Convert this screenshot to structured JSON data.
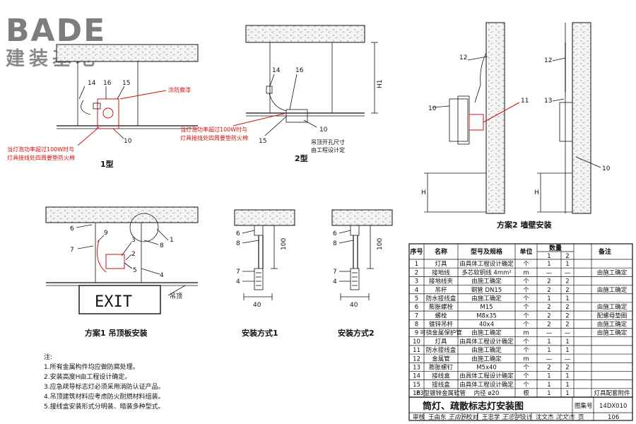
{
  "logo": {
    "brand": "BADE",
    "subtitle": "建装基地"
  },
  "type1": {
    "caption": "1型",
    "labels": [
      "14",
      "16",
      "15",
      "10"
    ],
    "red_note_fire_coating": "涂防腐漆",
    "red_note_lines": [
      "当灯泡功率超过100W时与",
      "灯具接线处四周要垫防火棉"
    ]
  },
  "type2": {
    "caption": "2型",
    "labels": [
      "14",
      "16",
      "10",
      "15"
    ],
    "red_note_lines": [
      "当灯泡功率超过100W时与",
      "灯具接线处四周要垫防火棉"
    ],
    "black_note_lines": [
      "吊顶开孔尺寸",
      "由工程设计定"
    ],
    "dim_h1": "H1"
  },
  "scheme2": {
    "caption": "方案2 墙壁安装",
    "labels_left": [
      "12",
      "10",
      "11"
    ],
    "labels_right": [
      "12",
      "13",
      "10"
    ],
    "dim_h": "H"
  },
  "scheme1": {
    "caption": "方案1 吊顶板安装",
    "labels": [
      "6",
      "9",
      "7",
      "3",
      "2",
      "5",
      "8",
      "1",
      "4"
    ],
    "ceiling_label": "吊顶",
    "exit_text": "EXIT"
  },
  "mount1": {
    "caption": "安装方式1",
    "labels": [
      "6",
      "8",
      "7",
      "4"
    ],
    "dim_v": "100",
    "dim_h": "40"
  },
  "mount2": {
    "caption": "安装方式2",
    "labels": [
      "6",
      "8",
      "7",
      "4"
    ],
    "dim_v": "100",
    "dim_h": "40"
  },
  "notes": {
    "title": "注:",
    "items": [
      "1.所有金属构件均应做防腐处理。",
      "2.安装高度H由工程设计确定。",
      "3.应急疏导标志灯必须采用消防认证产品。",
      "4.吊顶建筑材料应考虑防火耐燃材料组装。",
      "5.接线盒安装形式分明装、暗装多种型式。"
    ]
  },
  "table": {
    "headers": [
      "序号",
      "名称",
      "型号及规格",
      "单位",
      "数量",
      "备注"
    ],
    "qty_sub": [
      "1",
      "2"
    ],
    "rows": [
      [
        "1",
        "灯具",
        "由具体工程设计确定",
        "个",
        "1",
        "1",
        ""
      ],
      [
        "2",
        "接地线",
        "多芯软铜线 4mm²",
        "m",
        "—",
        "—",
        "由施工确定"
      ],
      [
        "3",
        "接地线夹",
        "由施工确定",
        "个",
        "2",
        "2",
        ""
      ],
      [
        "4",
        "吊杆",
        "钢管 DN15",
        "个",
        "2",
        "2",
        "由施工确定"
      ],
      [
        "5",
        "防水接线盒",
        "由施工确定",
        "个",
        "1",
        "1",
        ""
      ],
      [
        "6",
        "膨胀螺栓",
        "M15",
        "个",
        "2",
        "2",
        "由施工确定"
      ],
      [
        "7",
        "螺栓",
        "M8x35",
        "个",
        "2",
        "2",
        "配螺母垫圈"
      ],
      [
        "8",
        "镀锌吊杆",
        "40x4",
        "个",
        "2",
        "2",
        "由施工确定"
      ],
      [
        "9",
        "可挠金属保护管",
        "由施工确定",
        "m",
        "—",
        "—",
        "由施工确定"
      ],
      [
        "10",
        "灯具",
        "由具体工程设计确定",
        "个",
        "1",
        "1",
        ""
      ],
      [
        "11",
        "防水接线盒",
        "由施工确定",
        "个",
        "1",
        "1",
        ""
      ],
      [
        "12",
        "金属管",
        "由施工确定",
        "m",
        "—",
        "—",
        ""
      ],
      [
        "13",
        "膨胀螺钉",
        "M5x40",
        "个",
        "2",
        "2",
        ""
      ],
      [
        "14",
        "接线盒",
        "由具体工程设计确定",
        "个",
        "1",
        "1",
        ""
      ],
      [
        "15",
        "接线盒",
        "由具体工程设计确定",
        "个",
        "1",
        "1",
        ""
      ],
      [
        "16",
        "P3型镀锌金属软管",
        "内径 ø20",
        "根",
        "1",
        "1",
        "灯具配套附件"
      ]
    ]
  },
  "title_block": {
    "title": "筒灯、疏散标志灯安装图",
    "atlas_label": "图集号",
    "atlas_no": "14DX010",
    "page_label": "页",
    "page_no": "106",
    "sign_fields": [
      "审核",
      "王由东",
      "校对",
      "王忠学",
      "设计",
      "沈文杰"
    ],
    "signatures": [
      "王由东",
      "王忠学",
      "沈文杰"
    ]
  }
}
